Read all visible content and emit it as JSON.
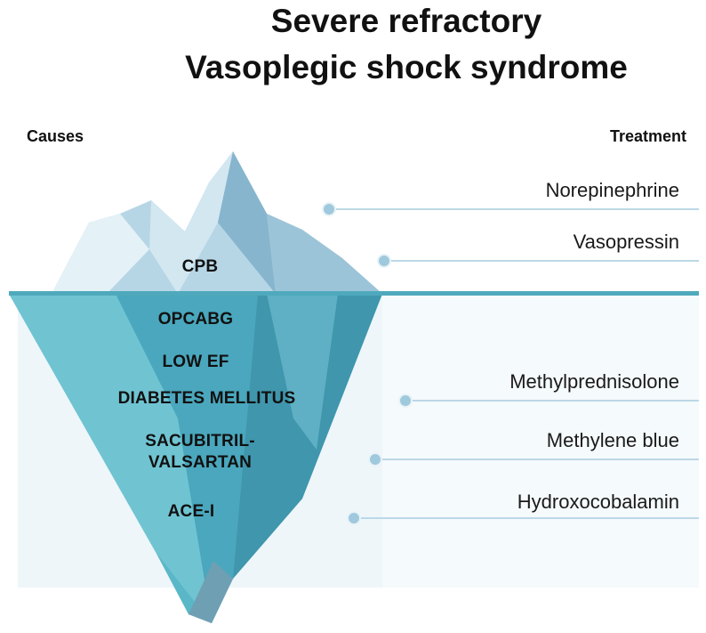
{
  "title": {
    "line1": "Severe refractory",
    "line2": "Vasoplegic shock syndrome"
  },
  "causes": {
    "heading": "Causes",
    "above_water": [
      "CPB"
    ],
    "below_water": [
      "OPCABG",
      "LOW EF",
      "DIABETES MELLITUS",
      "SACUBITRIL-\nVALSARTAN",
      "ACE-I"
    ]
  },
  "treatment": {
    "heading": "Treatment",
    "items": [
      "Norepinephrine",
      "Vasopressin",
      "Methylprednisolone",
      "Methylene blue",
      "Hydroxocobalamin"
    ]
  },
  "colors": {
    "ice_light": "#e4f1f7",
    "ice_mid": "#b6d6e6",
    "ice_dark": "#86b5cd",
    "water_surface": "#4fa9bc",
    "submerged_light": "#6cc0cf",
    "submerged_dark": "#3f96ad",
    "sea_background": "#eef6fa",
    "leader_line": "#bcd8e6",
    "leader_dot": "#9fc9dd"
  }
}
